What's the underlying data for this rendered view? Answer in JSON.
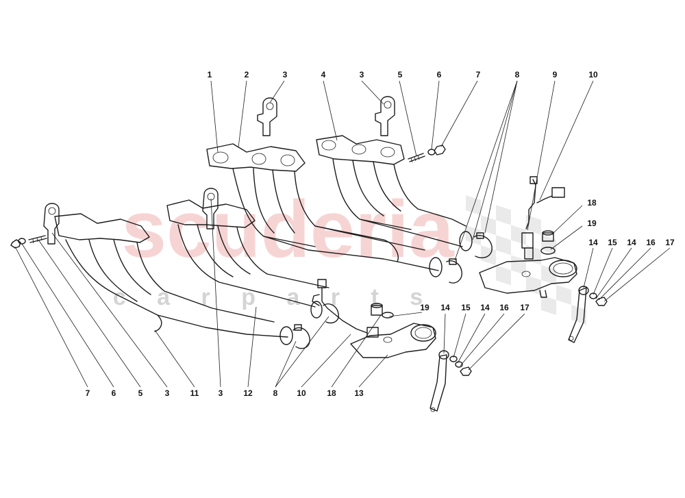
{
  "watermark": {
    "brand": "scuderia",
    "sub": "c a r   p a r t s",
    "color": "#f2b8b8",
    "flag_color": "#d9d9d9"
  },
  "labels": {
    "top": [
      "1",
      "2",
      "3",
      "4",
      "3",
      "5",
      "6",
      "7",
      "8",
      "9",
      "10"
    ],
    "right": [
      "18",
      "19",
      "14",
      "15",
      "14",
      "16",
      "17"
    ],
    "bottom_left": [
      "7",
      "6",
      "5",
      "3",
      "11",
      "3",
      "12",
      "8",
      "10",
      "18",
      "13"
    ],
    "bottom_mid": [
      "19",
      "14",
      "15",
      "14",
      "16",
      "17"
    ]
  },
  "colors": {
    "ink": "#1a1a1a",
    "background": "#ffffff"
  }
}
